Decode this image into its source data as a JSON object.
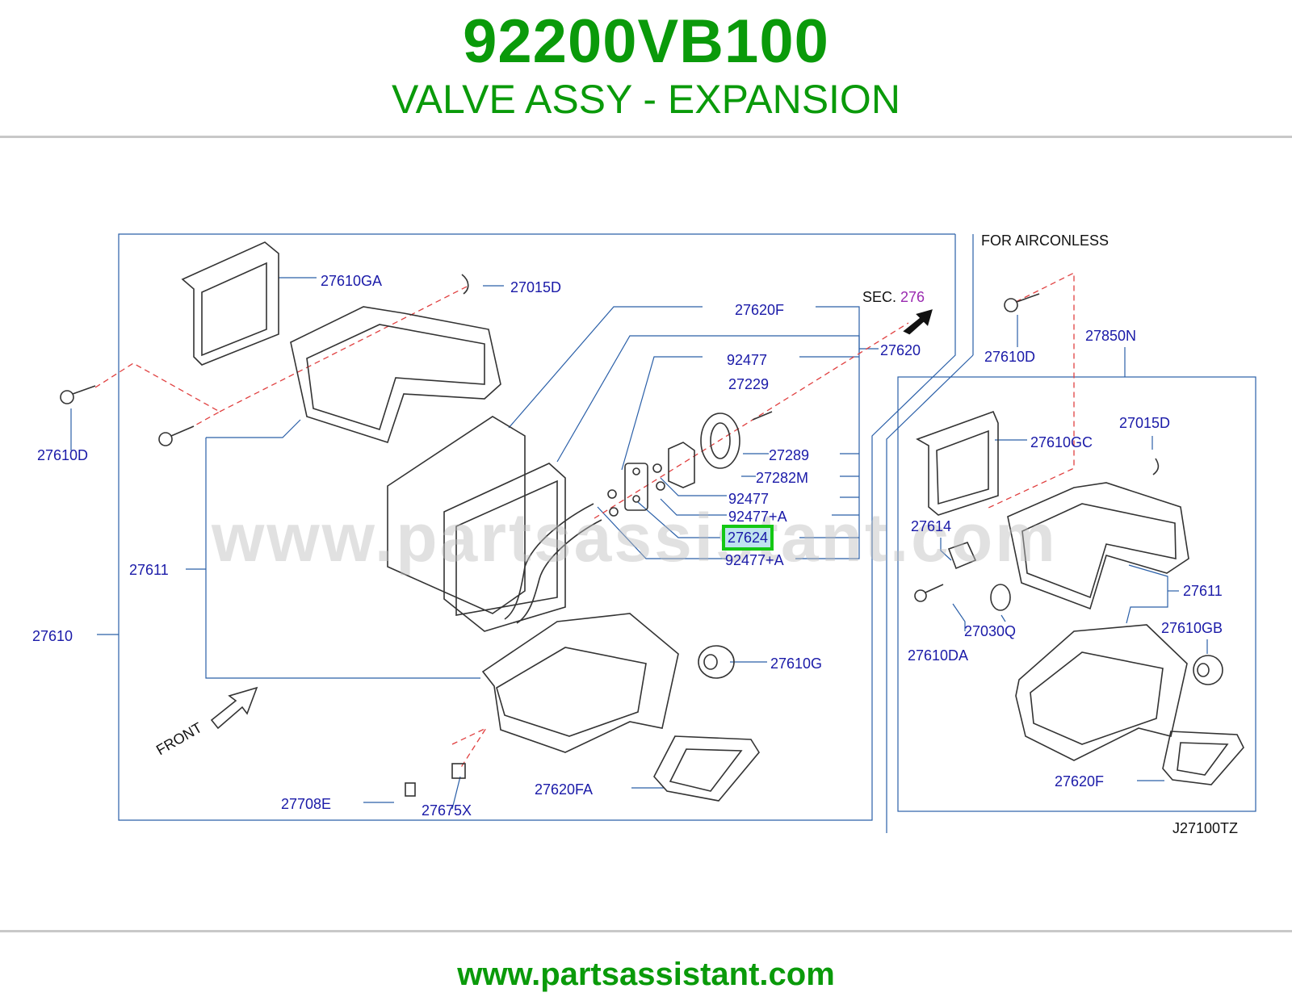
{
  "header": {
    "part_number": "92200VB100",
    "description": "VALVE ASSY - EXPANSION"
  },
  "footer": {
    "url": "www.partsassistant.com"
  },
  "watermark": "www.partsassistant.com",
  "diagram": {
    "note_airconless": "FOR   AIRCONLESS",
    "sec_label": "SEC.",
    "sec_number": "276",
    "front_label": "FRONT",
    "drawing_code": "J27100TZ",
    "highlighted_part": "27624",
    "labels": {
      "l27610ga": "27610GA",
      "l27015d_a": "27015D",
      "l27620f_a": "27620F",
      "l27620": "27620",
      "l92477_a": "92477",
      "l27229": "27229",
      "l27610d_a": "27610D",
      "l27289": "27289",
      "l27282m": "27282M",
      "l92477_b": "92477",
      "l92477a_a": "92477+A",
      "l27624": "27624",
      "l92477a_b": "92477+A",
      "l27611_a": "27611",
      "l27610": "27610",
      "l27610g": "27610G",
      "l27708e": "27708E",
      "l27675x": "27675X",
      "l27620fa": "27620FA",
      "l27610d_b": "27610D",
      "l27850n": "27850N",
      "l27015d_b": "27015D",
      "l27610gc": "27610GC",
      "l27614": "27614",
      "l27611_b": "27611",
      "l27030q": "27030Q",
      "l27610gb": "27610GB",
      "l27610da": "27610DA",
      "l27620f_b": "27620F"
    }
  }
}
